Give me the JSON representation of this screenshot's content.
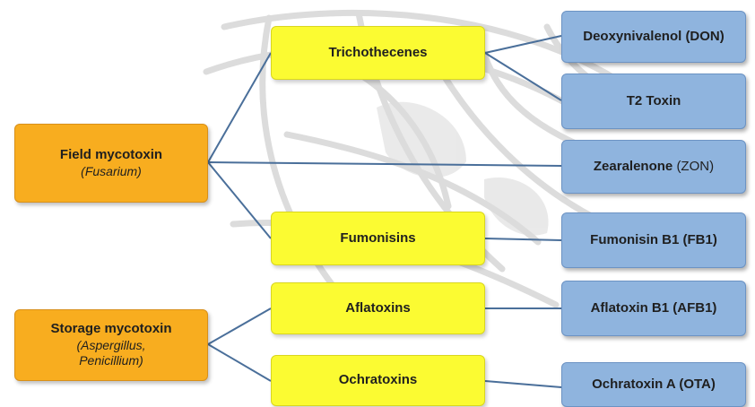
{
  "categories": {
    "field": {
      "title": "Field mycotoxin",
      "genus": "(Fusarium)"
    },
    "storage": {
      "title": "Storage mycotoxin",
      "genus_line1": "(Aspergillus,",
      "genus_line2": "Penicillium)"
    }
  },
  "groups": {
    "trichothecenes": "Trichothecenes",
    "fumonisins": "Fumonisins",
    "aflatoxins": "Aflatoxins",
    "ochratoxins": "Ochratoxins"
  },
  "toxins": {
    "don": "Deoxynivalenol (DON)",
    "t2": "T2 Toxin",
    "zon_name": "Zearalenone",
    "zon_abbr": "(ZON)",
    "fb1": "Fumonisin B1 (FB1)",
    "afb1": "Aflatoxin B1 (AFB1)",
    "ota": "Ochratoxin A (OTA)"
  },
  "colors": {
    "category": "#f8ad1f",
    "group": "#fbfb32",
    "toxin": "#8fb4de",
    "connector": "#4a6f9a"
  }
}
